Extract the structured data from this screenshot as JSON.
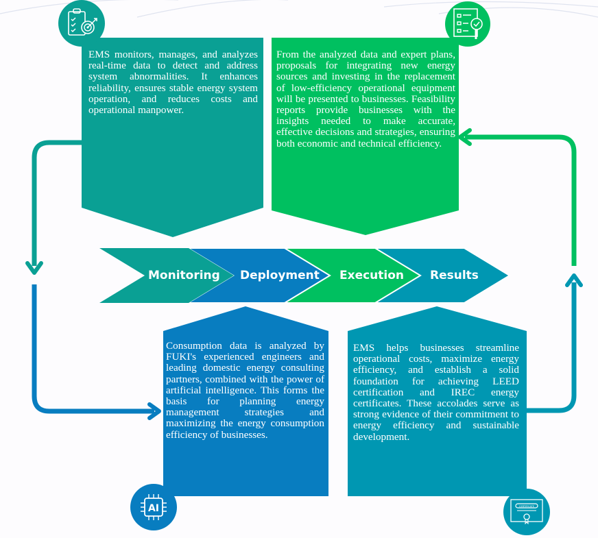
{
  "colors": {
    "monitoring": "#0aa094",
    "deployment": "#087dc0",
    "execution": "#00c060",
    "results": "#0097b2"
  },
  "steps": [
    {
      "label": "Monitoring"
    },
    {
      "label": "Deployment"
    },
    {
      "label": "Execution"
    },
    {
      "label": "Results"
    }
  ],
  "boxes": {
    "monitoring": "EMS monitors, manages, and analyzes real-time data to detect and address system abnormalities. It enhances reliability, ensures stable energy system operation, and reduces costs and operational manpower.",
    "execution": "From the analyzed data and expert plans, proposals for integrating new energy sources and investing in the replacement of low-efficiency operational equipment will be presented to businesses. Feasibility reports provide businesses with the insights needed to make accurate, effective decisions and strategies, ensuring both economic and technical efficiency.",
    "deployment": "Consumption data is analyzed by FUKI's experienced engineers and leading domestic energy consulting partners, combined with the power of artificial intelligence. This forms the basis for planning energy management strategies and maximizing the energy consumption efficiency of businesses.",
    "results": "EMS helps businesses streamline operational costs, maximize energy efficiency, and establish a solid foundation for achieving LEED certification and IREC energy certificates. These accolades serve as strong evidence of their commitment to energy efficiency and sustainable development."
  },
  "icons": {
    "monitoring": "clipboard-target-icon",
    "execution": "checklist-magnifier-icon",
    "deployment": "ai-chip-icon",
    "results": "certificate-icon",
    "ai_text": "AI",
    "certificate_text": "CERTIFICATE"
  }
}
